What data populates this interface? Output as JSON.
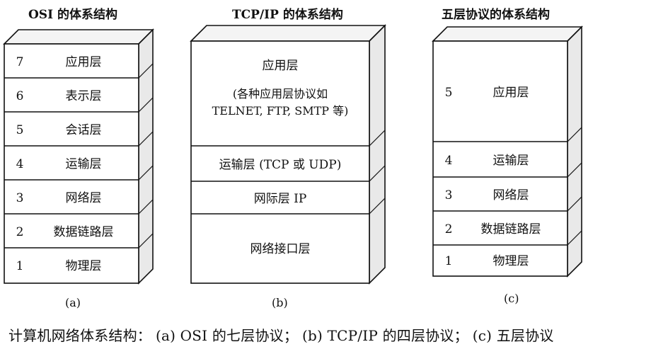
{
  "panels": [
    {
      "title": "OSI 的体系结构",
      "caption": "(a)",
      "layers": [
        {
          "num": "7",
          "name": "应用层"
        },
        {
          "num": "6",
          "name": "表示层"
        },
        {
          "num": "5",
          "name": "会话层"
        },
        {
          "num": "4",
          "name": "运输层"
        },
        {
          "num": "3",
          "name": "网络层"
        },
        {
          "num": "2",
          "name": "数据链路层"
        },
        {
          "num": "1",
          "name": "物理层"
        }
      ]
    },
    {
      "title": "TCP/IP 的体系结构",
      "caption": "(b)",
      "layers": [
        {
          "num": "",
          "name": "应用层",
          "detail": [
            "(各种应用层协议如",
            "TELNET, FTP, SMTP 等)"
          ]
        },
        {
          "num": "",
          "name": "运输层 (TCP 或 UDP)"
        },
        {
          "num": "",
          "name": "网际层 IP"
        },
        {
          "num": "",
          "name": "网络接口层"
        }
      ]
    },
    {
      "title": "五层协议的体系结构",
      "caption": "(c)",
      "layers": [
        {
          "num": "5",
          "name": "应用层"
        },
        {
          "num": "4",
          "name": "运输层"
        },
        {
          "num": "3",
          "name": "网络层"
        },
        {
          "num": "2",
          "name": "数据链路层"
        },
        {
          "num": "1",
          "name": "物理层"
        }
      ]
    }
  ],
  "footer": {
    "prefix": "计算机网络体系结构：",
    "a": "(a) OSI 的七层协议；",
    "b": "(b) TCP/IP 的四层协议；",
    "c": "(c) 五层协议"
  },
  "colors": {
    "stroke": "#111111",
    "face": "#ffffff",
    "side": "#e9e9e9",
    "top": "#f4f4f4"
  }
}
